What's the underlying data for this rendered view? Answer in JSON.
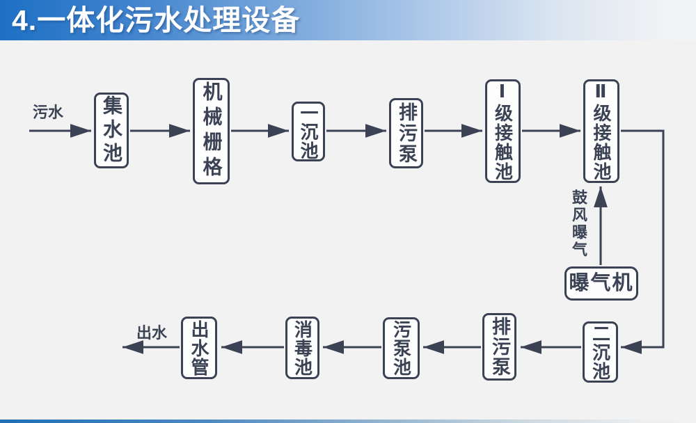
{
  "title": "4.一体化污水处理设备",
  "colors": {
    "header_blue": "#1d70c5",
    "line": "#3a4254",
    "box_fill": "#fdfdfe",
    "background": "#f2f2f3"
  },
  "labels": {
    "inflow": "污水",
    "outflow": "出水",
    "aeration": "鼓风曝气"
  },
  "nodes": [
    {
      "id": "collection-pool",
      "label": "集水池"
    },
    {
      "id": "mechanical-screen",
      "label": "机械栅格"
    },
    {
      "id": "primary-settling-tank",
      "label": "一沉池"
    },
    {
      "id": "drain-pump-1",
      "label": "排污泵"
    },
    {
      "id": "stage1-contact-tank",
      "label": "Ⅰ级接触池"
    },
    {
      "id": "stage2-contact-tank",
      "label": "Ⅱ级接触池"
    },
    {
      "id": "aerator",
      "label": "曝气机"
    },
    {
      "id": "secondary-settling-tank",
      "label": "二沉池"
    },
    {
      "id": "drain-pump-2",
      "label": "排污泵"
    },
    {
      "id": "sludge-pump-tank",
      "label": "污泵池"
    },
    {
      "id": "disinfection-tank",
      "label": "消毒池"
    },
    {
      "id": "outlet-pipe",
      "label": "出水管"
    }
  ]
}
